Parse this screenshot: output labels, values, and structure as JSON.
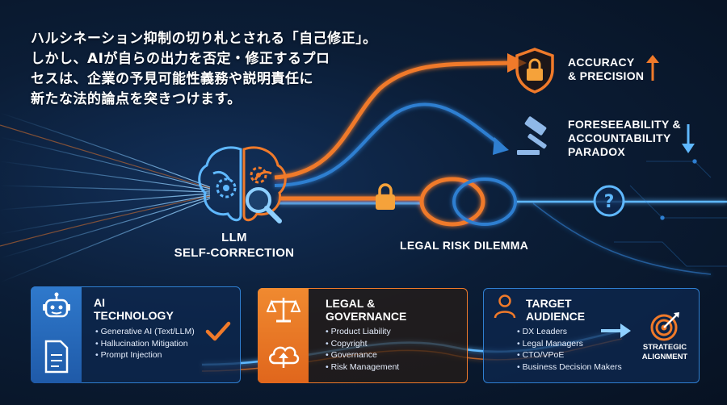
{
  "headline": {
    "line1": "ハルシネーション抑制の切り札とされる「自己修正」。",
    "line2": "しかし、AIが自らの出力を否定・修正するプロ",
    "line3": "セスは、企業の予見可能性義務や説明責任に",
    "line4": "新たな法的論点を突きつけます。"
  },
  "node": {
    "line1": "LLM",
    "line2": "SELF-CORRECTION"
  },
  "dilemma": {
    "label": "LEGAL RISK DILEMMA"
  },
  "outcomes": {
    "accuracy": {
      "line1": "ACCURACY",
      "line2": "& PRECISION"
    },
    "foreseeability": {
      "line1": "FORESEEABILITY &",
      "line2": "ACCOUNTABILITY",
      "line3": "PARADOX"
    }
  },
  "cards": {
    "ai": {
      "title1": "AI",
      "title2": "TECHNOLOGY",
      "items": [
        "Generative AI (Text/LLM)",
        "Hallucination Mitigation",
        "Prompt Injection"
      ]
    },
    "legal": {
      "title1": "LEGAL &",
      "title2": "GOVERNANCE",
      "items": [
        "Product Liability",
        "Copyright",
        "Governance",
        "Risk Management"
      ]
    },
    "target": {
      "title1": "TARGET",
      "title2": "AUDIENCE",
      "items": [
        "DX Leaders",
        "Legal Managers",
        "CTO/VPoE",
        "Business Decision Makers"
      ]
    }
  },
  "strategic": {
    "line1": "STRATEGIC",
    "line2": "ALIGNMENT"
  },
  "colors": {
    "orange": "#f07a2a",
    "blue": "#2f7fd1",
    "cyan": "#5fb8ff",
    "background": "#0b1d36"
  },
  "icons": [
    "brain-gear-icon",
    "magnifier-icon",
    "lock-icon",
    "shield-lock-icon",
    "gavel-icon",
    "question-icon",
    "robot-icon",
    "document-icon",
    "scales-icon",
    "cloud-upload-icon",
    "person-icon",
    "target-icon",
    "checkmark-icon",
    "arrow-up-icon",
    "arrow-down-icon",
    "arrow-right-icon"
  ]
}
